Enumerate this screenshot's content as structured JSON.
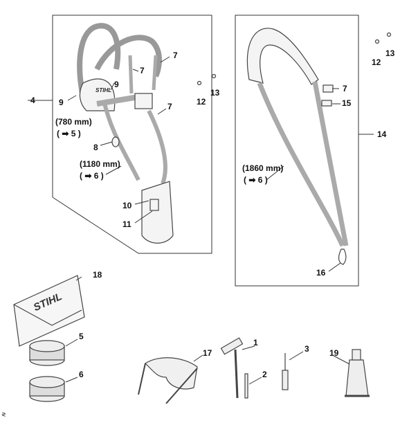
{
  "callouts": {
    "c4": "4",
    "c9a": "9",
    "c9b": "9",
    "c7a": "7",
    "c7b": "7",
    "c7c": "7",
    "c12a": "12",
    "c13a": "13",
    "c8": "8",
    "c10": "10",
    "c11": "11",
    "c12b": "12",
    "c13b": "13",
    "c7d": "7",
    "c15": "15",
    "c14": "14",
    "c16": "16",
    "c18": "18",
    "c5": "5",
    "c6": "6",
    "c17": "17",
    "c1": "1",
    "c2": "2",
    "c3": "3",
    "c19": "19"
  },
  "notes": {
    "len780": "(780 mm)",
    "ref5": "( ➡  5  )",
    "len1180": "(1180 mm)",
    "ref6a": "( ➡  6  )",
    "len1860": "(1860 mm)",
    "ref6b": "( ➡  6  )"
  },
  "brand": {
    "logo_text": "STIHL",
    "pouch_text": "STIHL"
  }
}
